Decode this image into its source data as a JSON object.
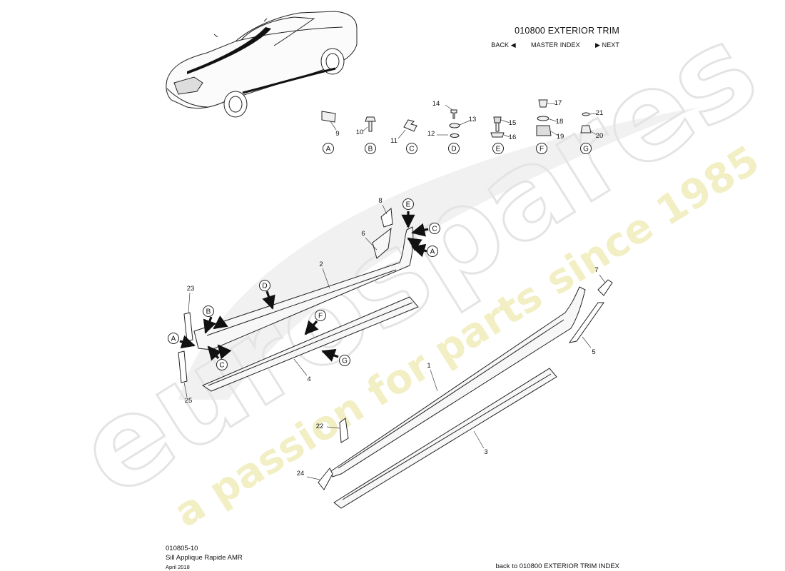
{
  "header": {
    "title": "010800 EXTERIOR TRIM",
    "nav": {
      "back": "BACK",
      "master": "MASTER INDEX",
      "next": "NEXT"
    }
  },
  "footer": {
    "code": "010805-10",
    "name": "Sill Applique Rapide AMR",
    "date": "April 2018",
    "back_link": "back to 010800 EXTERIOR TRIM INDEX"
  },
  "watermark": {
    "brand": "eurospares",
    "tagline": "a passion for parts since 1985"
  },
  "fastener_groups": [
    {
      "id": "A",
      "parts": [
        "9"
      ]
    },
    {
      "id": "B",
      "parts": [
        "10"
      ]
    },
    {
      "id": "C",
      "parts": [
        "11"
      ]
    },
    {
      "id": "D",
      "parts": [
        "12",
        "13",
        "14"
      ]
    },
    {
      "id": "E",
      "parts": [
        "15",
        "16"
      ]
    },
    {
      "id": "F",
      "parts": [
        "17",
        "18",
        "19"
      ]
    },
    {
      "id": "G",
      "parts": [
        "20",
        "21"
      ]
    }
  ],
  "part_labels": [
    "1",
    "2",
    "3",
    "4",
    "5",
    "6",
    "7",
    "8",
    "22",
    "23",
    "24",
    "25"
  ],
  "callout_labels": [
    "E",
    "C",
    "A",
    "D",
    "B",
    "A",
    "C",
    "F",
    "G"
  ]
}
